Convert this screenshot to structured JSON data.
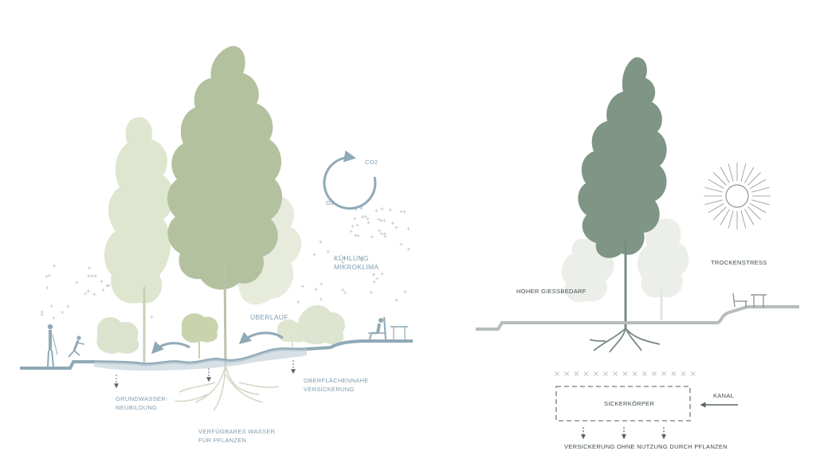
{
  "left_panel": {
    "co2_label": "CO2",
    "o2_label": "O2",
    "kuehlung_line1": "KÜHLUNG",
    "kuehlung_line2": "MIKROKLIMA",
    "ueberlauf": "ÜBERLAUF",
    "grundwasser_line1": "GRUNDWASSER-",
    "grundwasser_line2": "NEUBILDUNG",
    "oberflaeche_line1": "OBERFLÄCHENNAHE",
    "oberflaeche_line2": "VERSICKERUNG",
    "verfuegbar_line1": "VERFÜGBARES WASSER",
    "verfuegbar_line2": "FÜR PFLANZEN"
  },
  "right_panel": {
    "hoher_giessbedarf": "HOHER GIESSBEDARF",
    "trockenstress": "TROCKENSTRESS",
    "sickerkoerper": "SICKERKÖRPER",
    "kanal": "KANAL",
    "versickerung": "VERSICKERUNG OHNE NUTZUNG DURCH PFLANZEN"
  },
  "colors": {
    "water_blue": "#8fa9b7",
    "ground_grey": "#b7bdb9",
    "tree_green": "#a9b896",
    "tree_light": "#d5dcc2",
    "tree_dark": "#7f9585",
    "text_blue": "#7f9caf",
    "text_dark": "#3f4a4f"
  }
}
